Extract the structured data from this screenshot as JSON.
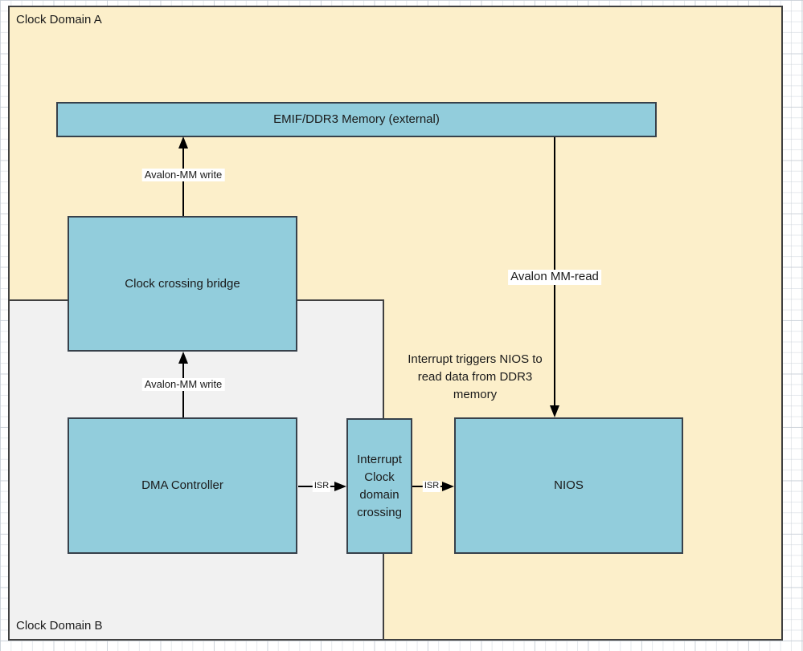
{
  "diagram": {
    "regions": {
      "domain_a": {
        "label": "Clock Domain A",
        "fill": "#FCEFCA"
      },
      "domain_b": {
        "label": "Clock Domain B",
        "fill": "#F1F1F1"
      }
    },
    "blocks": {
      "emif": {
        "label": "EMIF/DDR3 Memory (external)"
      },
      "bridge": {
        "label": "Clock crossing bridge"
      },
      "dma": {
        "label": "DMA Controller"
      },
      "icdc": {
        "label": "Interrupt Clock domain crossing"
      },
      "nios": {
        "label": "NIOS"
      }
    },
    "edge_labels": {
      "avalon_write_upper": "Avalon-MM write",
      "avalon_write_lower": "Avalon-MM write",
      "avalon_read": "Avalon MM-read",
      "isr_left": "ISR",
      "isr_right": "ISR"
    },
    "note": "Interrupt triggers NIOS to read data from DDR3 memory",
    "colors": {
      "block_fill": "#92CDDC",
      "block_border": "#37414b",
      "region_border": "#404040",
      "arrow": "#000000",
      "grid_line": "#c7ced6"
    }
  }
}
